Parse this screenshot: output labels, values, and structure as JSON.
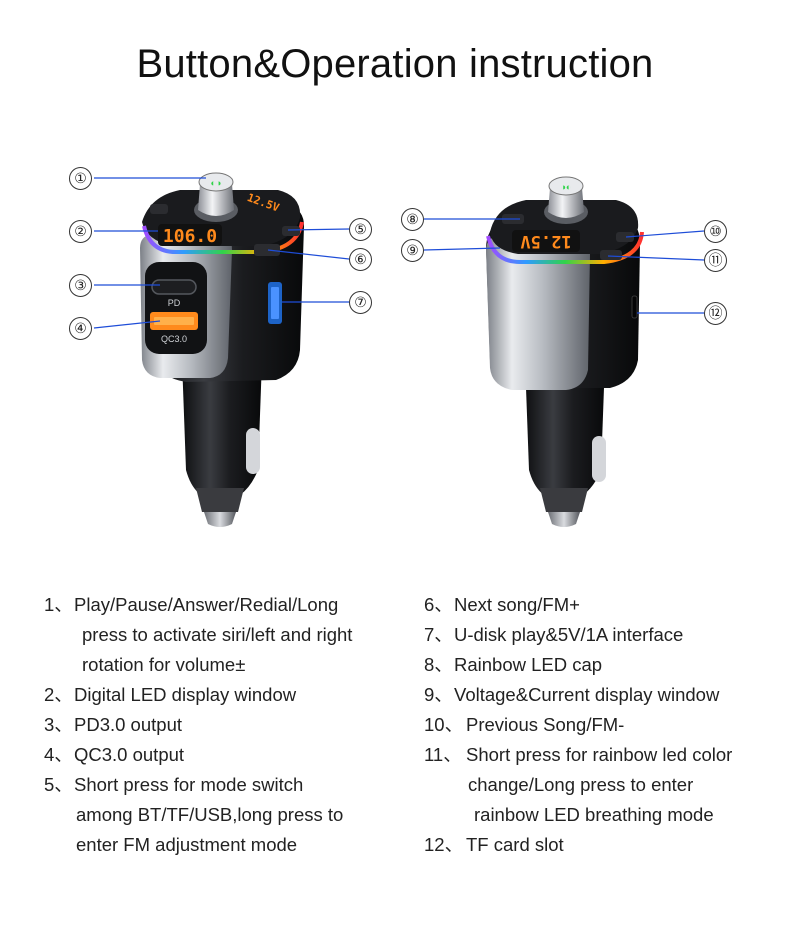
{
  "title": "Button&Operation instruction",
  "front_device": {
    "display_text": "106.0",
    "small_display_text": "12.5V",
    "port_labels": {
      "pd": "PD",
      "qc": "QC3.0"
    },
    "callouts": [
      "①",
      "②",
      "③",
      "④",
      "⑤",
      "⑥",
      "⑦"
    ]
  },
  "back_device": {
    "display_text": "12.5V",
    "callouts": [
      "⑧",
      "⑨",
      "⑩",
      "⑪",
      "⑫"
    ]
  },
  "colors": {
    "led_orange": "#ff8a1c",
    "rainbow": [
      "#ff3030",
      "#ffae00",
      "#31d34a",
      "#2f9bff",
      "#a14bff"
    ],
    "body_dark": "#1e1f22",
    "body_silver": "#c9ccd1"
  },
  "instructions_left": [
    {
      "num": "1、",
      "lines": [
        "Play/Pause/Answer/Redial/Long",
        "press to activate siri/left and right",
        "rotation for volume±"
      ]
    },
    {
      "num": "2、",
      "lines": [
        "Digital LED display window"
      ]
    },
    {
      "num": "3、",
      "lines": [
        "PD3.0 output"
      ]
    },
    {
      "num": "4、",
      "lines": [
        "QC3.0 output"
      ]
    },
    {
      "num": "5、",
      "lines": [
        "Short press for mode switch",
        "among BT/TF/USB,long press to",
        "enter FM adjustment mode"
      ]
    }
  ],
  "instructions_right": [
    {
      "num": "6、",
      "lines": [
        "Next song/FM+"
      ]
    },
    {
      "num": "7、",
      "lines": [
        "U-disk play&5V/1A interface"
      ]
    },
    {
      "num": "8、",
      "lines": [
        "Rainbow LED cap"
      ]
    },
    {
      "num": "9、",
      "lines": [
        "Voltage&Current display window"
      ]
    },
    {
      "num": "10、",
      "lines": [
        "Previous Song/FM-"
      ]
    },
    {
      "num": "11、",
      "lines": [
        "Short press for rainbow led color",
        "change/Long press to enter",
        "rainbow LED breathing mode"
      ]
    },
    {
      "num": "12、",
      "lines": [
        "TF card slot"
      ]
    }
  ]
}
